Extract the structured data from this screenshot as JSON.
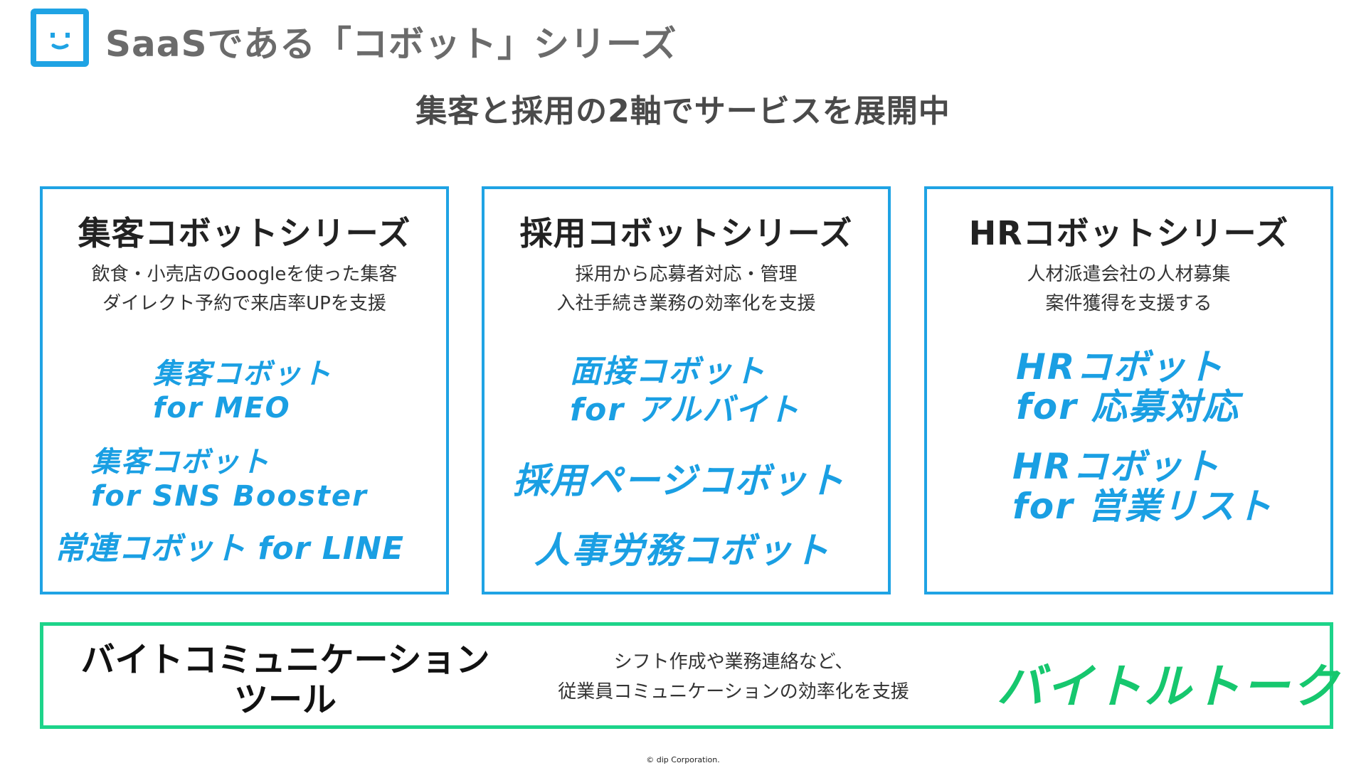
{
  "header": {
    "logo_icon": "robot-face-icon",
    "title": "SaaSである「コボット」シリーズ",
    "subtitle": "集客と採用の2軸でサービスを展開中"
  },
  "colors": {
    "accent_blue": "#1fa3e4",
    "product_blue": "#1a9fe3",
    "accent_green": "#1dd48a",
    "title_gray": "#6b6b6b"
  },
  "series": [
    {
      "title": "集客コボットシリーズ",
      "desc": [
        "飲食・小売店のGoogleを使った集客",
        "ダイレクト予約で来店率UPを支援"
      ],
      "products": [
        {
          "lines": [
            "集客コボット",
            "for MEO"
          ]
        },
        {
          "lines": [
            "集客コボット",
            "for SNS Booster"
          ]
        },
        {
          "lines": [
            "常連コボット for LINE"
          ]
        }
      ]
    },
    {
      "title": "採用コボットシリーズ",
      "desc": [
        "採用から応募者対応・管理",
        "入社手続き業務の効率化を支援"
      ],
      "products": [
        {
          "lines": [
            "面接コボット",
            "for アルバイト"
          ]
        },
        {
          "lines": [
            "採用ページコボット"
          ]
        },
        {
          "lines": [
            "人事労務コボット"
          ]
        }
      ]
    },
    {
      "title": "HRコボットシリーズ",
      "desc": [
        "人材派遣会社の人材募集",
        "案件獲得を支援する"
      ],
      "products": [
        {
          "lines": [
            "HRコボット",
            "for 応募対応"
          ]
        },
        {
          "lines": [
            "HRコボット",
            "for 営業リスト"
          ]
        }
      ]
    }
  ],
  "communication": {
    "title_lines": [
      "バイトコミュニケーション",
      "ツール"
    ],
    "desc": [
      "シフト作成や業務連絡など、",
      "従業員コミュニケーションの効率化を支援"
    ],
    "product": "バイトルトーク"
  },
  "footer": {
    "copyright": "© dip Corporation."
  }
}
